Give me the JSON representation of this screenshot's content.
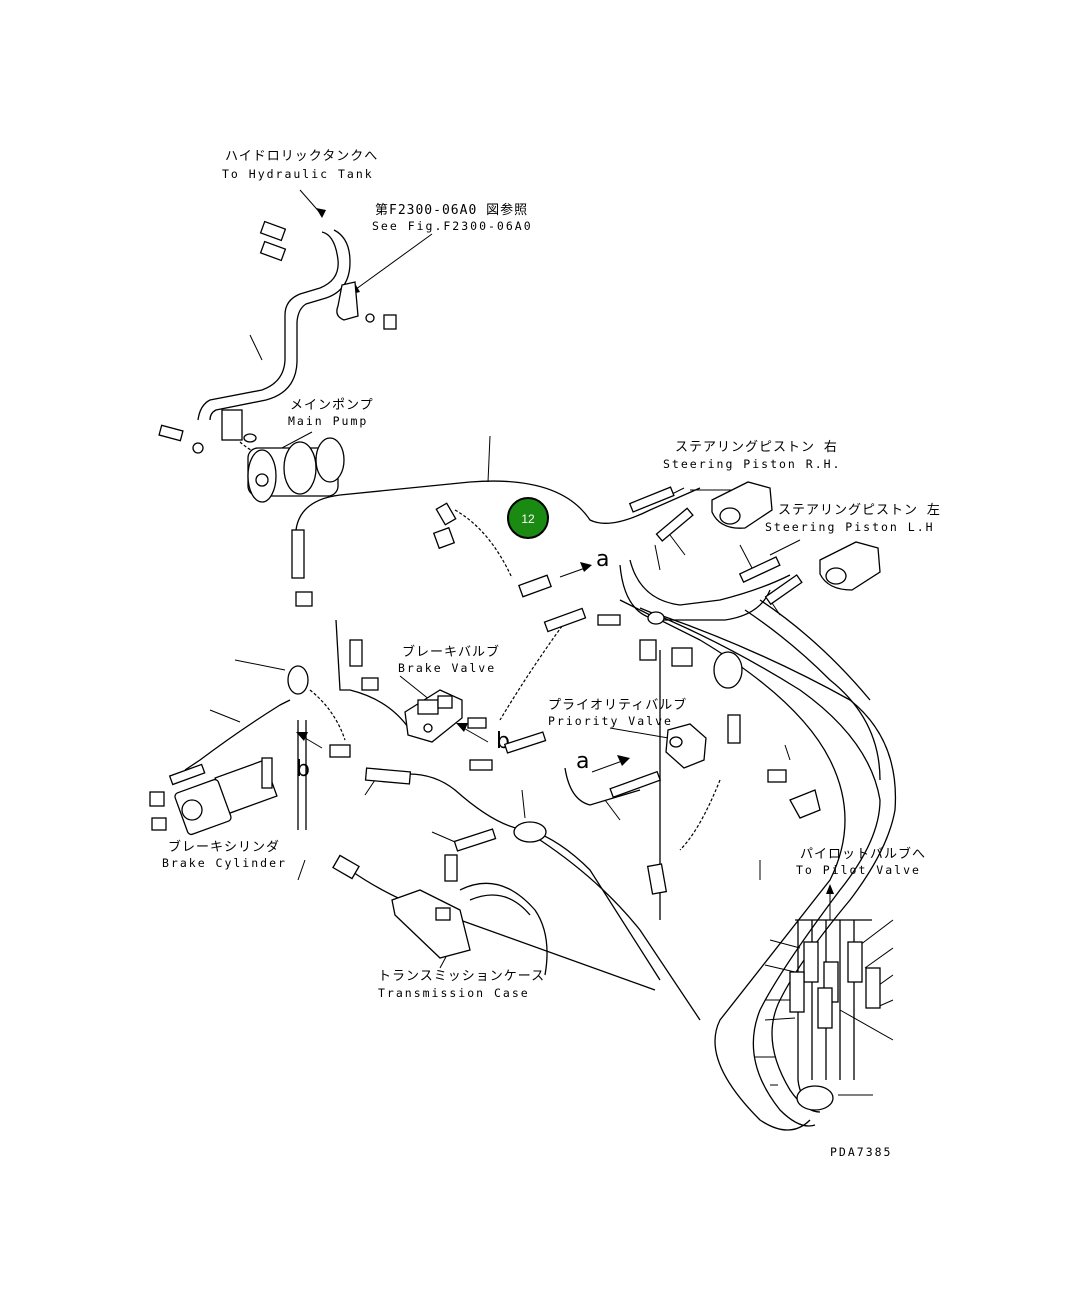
{
  "labels": {
    "hydraulic_tank_jp": "ハイドロリックタンクへ",
    "hydraulic_tank_en": "To Hydraulic Tank",
    "see_fig_jp": "第F2300-06A0 図参照",
    "see_fig_en": "See Fig.F2300-06A0",
    "main_pump_jp": "メインポンプ",
    "main_pump_en": "Main Pump",
    "steering_rh_jp": "ステアリングピストン 右",
    "steering_rh_en": "Steering Piston R.H.",
    "steering_lh_jp": "ステアリングピストン 左",
    "steering_lh_en": "Steering Piston L.H",
    "brake_valve_jp": "ブレーキバルブ",
    "brake_valve_en": "Brake Valve",
    "priority_valve_jp": "プライオリティバルブ",
    "priority_valve_en": "Priority Valve",
    "brake_cylinder_jp": "ブレーキシリンダ",
    "brake_cylinder_en": "Brake Cylinder",
    "pilot_valve_jp": "パイロットバルブへ",
    "pilot_valve_en": "To Pilot Valve",
    "transmission_jp": "トランスミッションケース",
    "transmission_en": "Transmission Case",
    "drawing_code": "PDA7385"
  },
  "callouts": {
    "a1": "a",
    "a2": "a",
    "b1": "b",
    "b2": "b"
  },
  "marker": {
    "number": "12",
    "color": "#1a8a12"
  }
}
